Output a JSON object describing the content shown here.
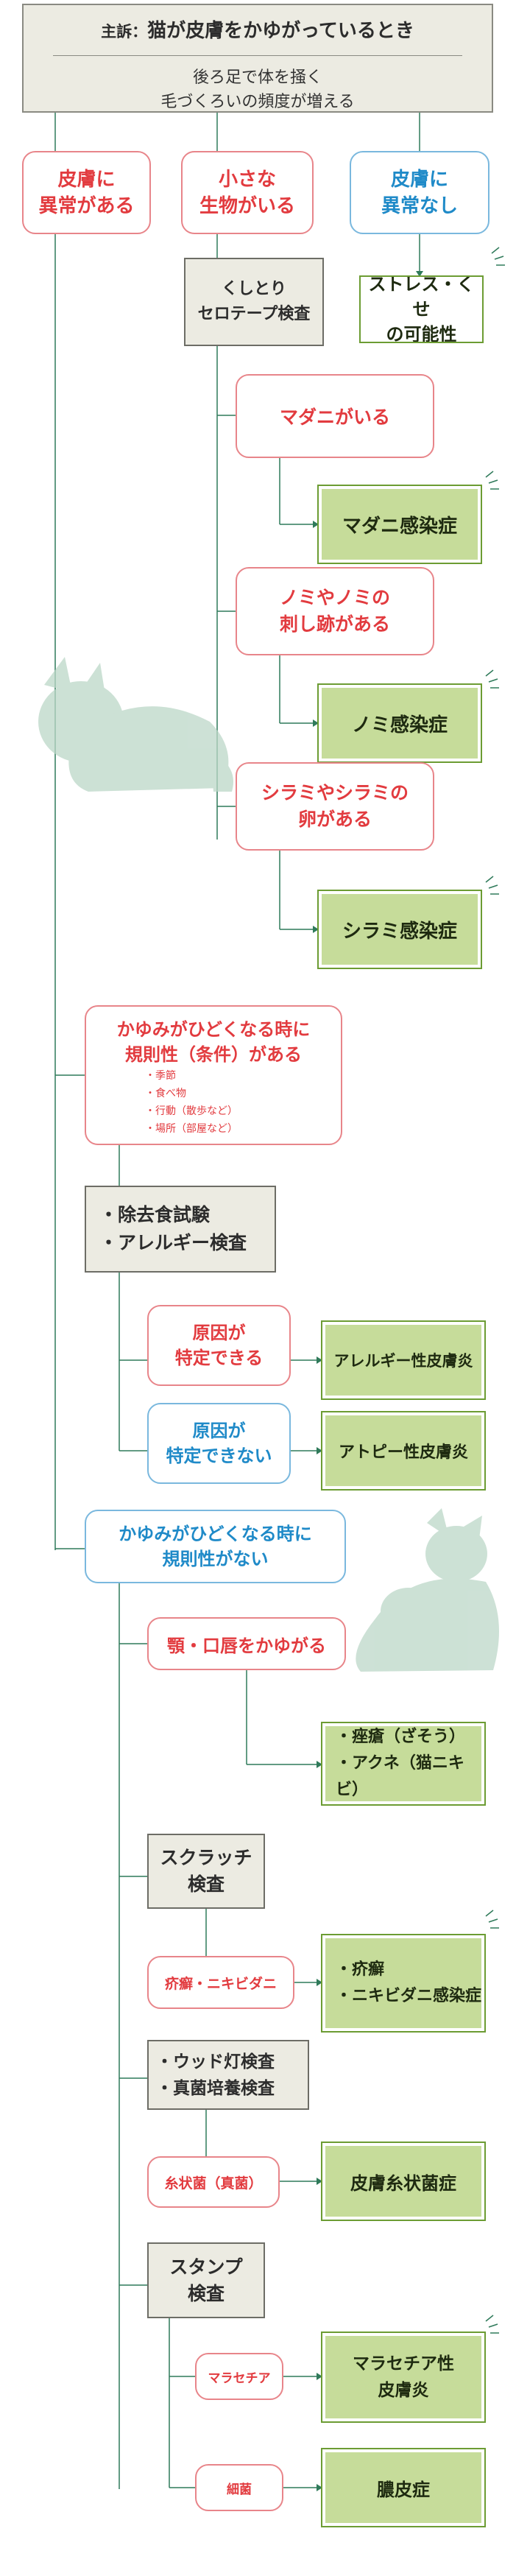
{
  "header": {
    "label": "主訴：",
    "title": "猫が皮膚をかゆがっているとき",
    "sub_line1": "後ろ足で体を掻く",
    "sub_line2": "毛づくろいの頻度が増える"
  },
  "branches": {
    "skin_abnormal": [
      "皮膚に",
      "異常がある"
    ],
    "small_creatures": [
      "小さな",
      "生物がいる"
    ],
    "no_skin_abnormal": [
      "皮膚に",
      "異常なし"
    ]
  },
  "stress": [
    "ストレス・くせ",
    "の可能性"
  ],
  "comb_test": [
    "くしとり",
    "セロテープ検査"
  ],
  "parasites": [
    {
      "finding": [
        "マダニがいる"
      ],
      "result": "マダニ感染症"
    },
    {
      "finding": [
        "ノミやノミの",
        "刺し跡がある"
      ],
      "result": "ノミ感染症"
    },
    {
      "finding": [
        "シラミやシラミの",
        "卵がある"
      ],
      "result": "シラミ感染症"
    }
  ],
  "regular": {
    "title": [
      "かゆみがひどくなる時に",
      "規則性（条件）がある"
    ],
    "conditions": [
      "・季節",
      "・食べ物",
      "・行動（散歩など）",
      "・場所（部屋など）"
    ]
  },
  "elimination_test": [
    "・除去食試験",
    "・アレルギー検査"
  ],
  "allergy_branches": [
    {
      "finding": [
        "原因が",
        "特定できる"
      ],
      "result": "アレルギー性皮膚炎"
    },
    {
      "finding": [
        "原因が",
        "特定できない"
      ],
      "result": "アトピー性皮膚炎"
    }
  ],
  "irregular": {
    "title": [
      "かゆみがひどくなる時に",
      "規則性がない"
    ]
  },
  "chin": {
    "finding": "顎・口唇をかゆがる",
    "result": [
      "・痤瘡（ざそう）",
      "・アクネ（猫ニキビ）"
    ]
  },
  "scratch_test": [
    "スクラッチ",
    "検査"
  ],
  "scabies": {
    "finding": "疥癬・ニキビダニ",
    "result": [
      "・疥癬",
      "・ニキビダニ感染症"
    ]
  },
  "wood_test": [
    "・ウッド灯検査",
    "・真菌培養検査"
  ],
  "fungus": {
    "finding": "糸状菌（真菌）",
    "result": "皮膚糸状菌症"
  },
  "stamp_test": [
    "スタンプ",
    "検査"
  ],
  "malassezia": {
    "finding": "マラセチア",
    "result": [
      "マラセチア性",
      "皮膚炎"
    ]
  },
  "bacteria": {
    "finding": "細菌",
    "result": "膿皮症"
  },
  "colors": {
    "red": "#e23b3f",
    "blue": "#1f8ac8",
    "green_fill": "#c6dc9a",
    "green_border": "#6c9c33",
    "test_fill": "#ecebe2",
    "line": "#2f7a5a"
  }
}
